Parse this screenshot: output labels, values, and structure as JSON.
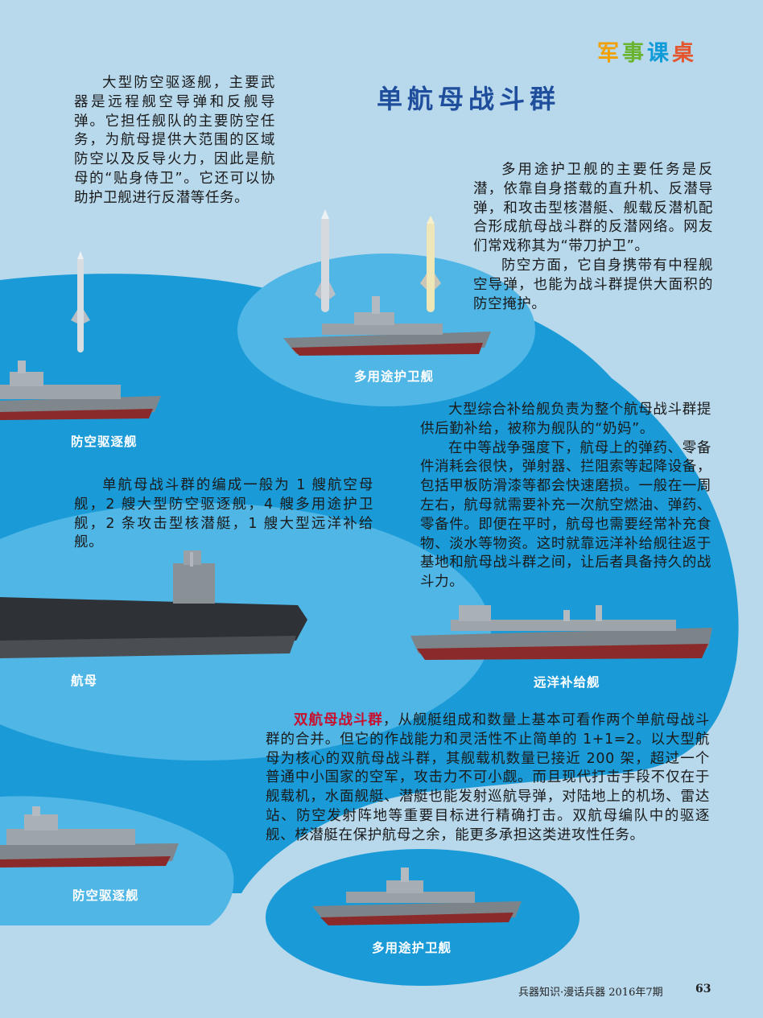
{
  "page": {
    "background": "#b8d8ec"
  },
  "colors": {
    "water_dark": "#1a9bd7",
    "water_light": "#5cc0ea",
    "title": "#1f4e9c",
    "highlight": "#c8102e"
  },
  "column_tag": {
    "chars": [
      "军",
      "事",
      "课",
      "桌"
    ],
    "colors": [
      "#f2a000",
      "#6ab42d",
      "#0f9ad8",
      "#e4572e"
    ]
  },
  "title": "单航母战斗群",
  "texts": {
    "destroyer_intro": "大型防空驱逐舰，主要武器是远程舰空导弹和反舰导弹。它担任舰队的主要防空任务，为航母提供大范围的区域防空以及反导火力，因此是航母的“贴身侍卫”。它还可以协助护卫舰进行反潜等任务。",
    "frigate_p1": "多用途护卫舰的主要任务是反潜，依靠自身搭载的直升机、反潜导弹，和攻击型核潜艇、舰载反潜机配合形成航母战斗群的反潜网络。网友们常戏称其为“带刀护卫”。",
    "frigate_p2": "防空方面，它自身携带有中程舰空导弹，也能为战斗群提供大面积的防空掩护。",
    "supply_p1": "大型综合补给舰负责为整个航母战斗群提供后勤补给，被称为舰队的“奶妈”。",
    "supply_p2": "在中等战争强度下，航母上的弹药、零备件消耗会很快，弹射器、拦阻索等起降设备，包括甲板防滑漆等都会快速磨损。一般在一周左右，航母就需要补充一次航空燃油、弹药、零备件。即便在平时，航母也需要经常补充食物、淡水等物资。这时就靠远洋补给舰往返于基地和航母战斗群之间，让后者具备持久的战斗力。",
    "composition": "单航母战斗群的编成一般为 1 艘航空母舰，2 艘大型防空驱逐舰，4 艘多用途护卫舰，2 条攻击型核潜艇，1 艘大型远洋补给舰。",
    "dual_highlight": "双航母战斗群",
    "dual_body": "，从舰艇组成和数量上基本可看作两个单航母战斗群的合并。但它的作战能力和灵活性不止简单的 1+1=2。以大型航母为核心的双航母战斗群，其舰载机数量已接近 200 架，超过一个普通中小国家的空军，攻击力不可小觑。而且现代打击手段不仅在于舰载机，水面舰艇、潜艇也能发射巡航导弹，对陆地上的机场、雷达站、防空发射阵地等重要目标进行精确打击。双航母编队中的驱逐舰、核潜艇在保护航母之余，能更多承担这类进攻性任务。"
  },
  "labels": {
    "frigate_top": "多用途护卫舰",
    "destroyer_top": "防空驱逐舰",
    "carrier": "航母",
    "supply": "远洋补给舰",
    "destroyer_bottom": "防空驱逐舰",
    "frigate_bottom": "多用途护卫舰"
  },
  "footer": {
    "magazine": "兵器知识·漫话兵器  2016年7期",
    "page_number": "63"
  }
}
